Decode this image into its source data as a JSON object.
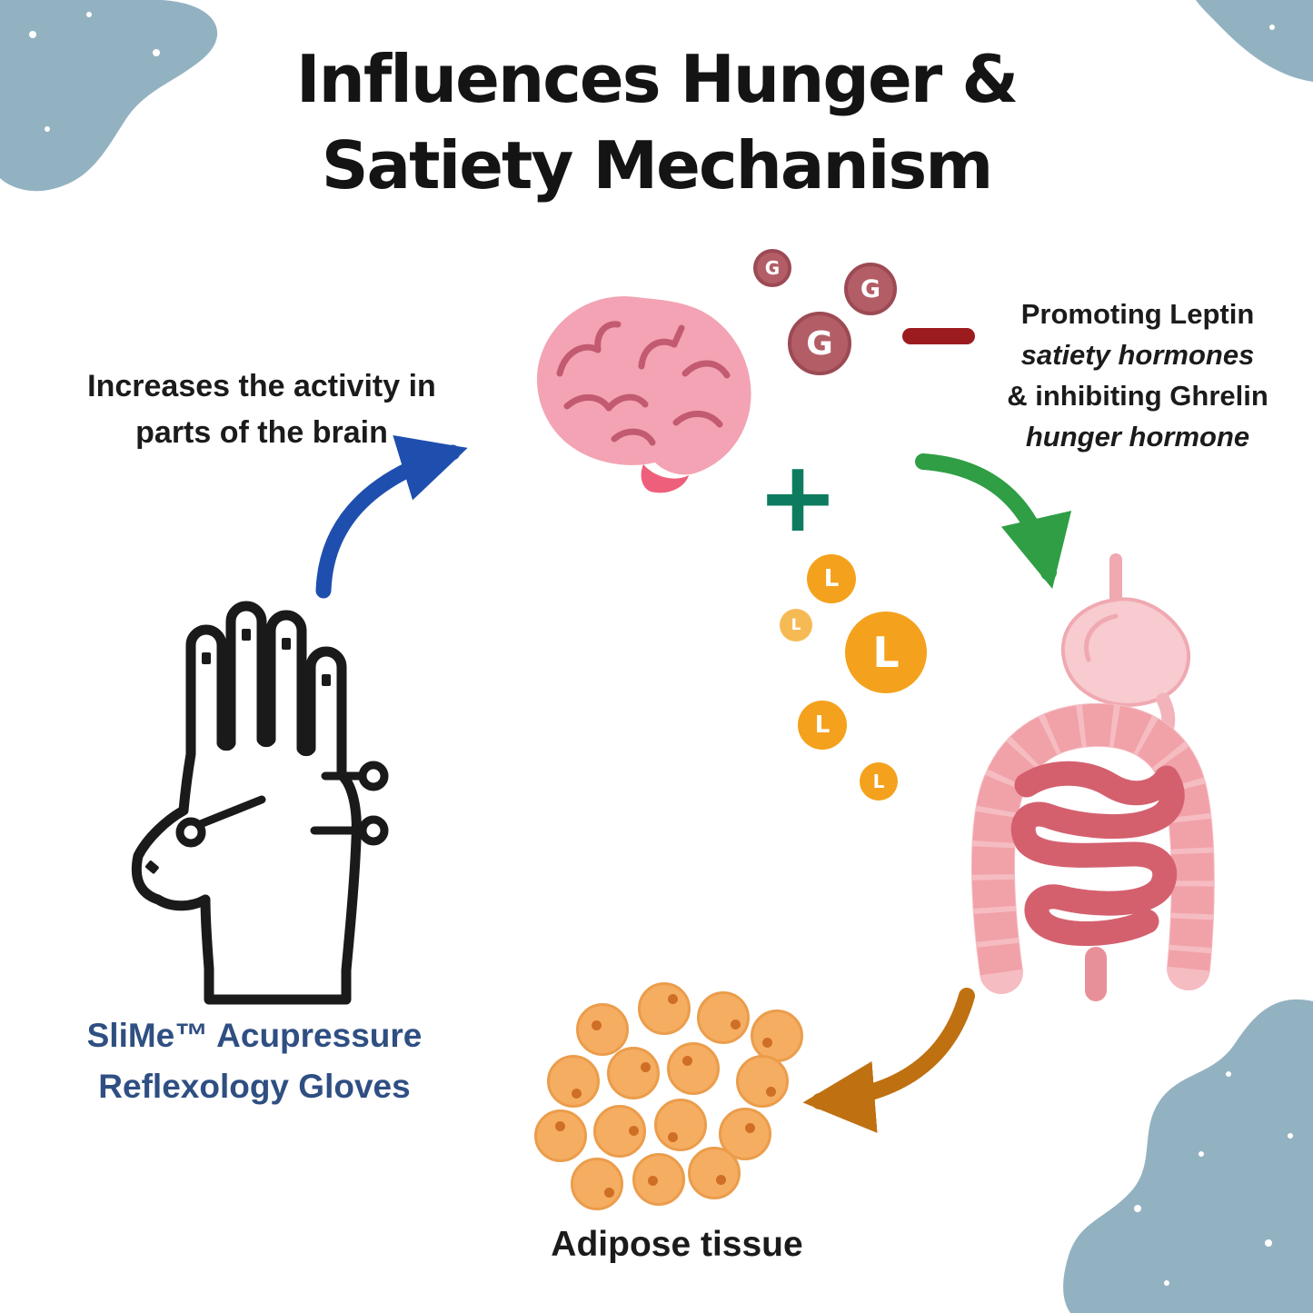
{
  "title": {
    "line1": "Influences Hunger &",
    "line2": "Satiety Mechanism"
  },
  "notes": {
    "brain": {
      "line1": "Increases the activity in",
      "line2": "parts of the brain"
    },
    "hormones": {
      "line1": "Promoting Leptin",
      "line2": "satiety hormones",
      "line3": "& inhibiting Ghrelin",
      "line4": "hunger hormone"
    }
  },
  "symbols": {
    "ghrelin": "G",
    "leptin": "L",
    "plus": "+"
  },
  "glove": {
    "line1": "SliMe™ Acupressure",
    "line2": "Reflexology Gloves"
  },
  "adipose": {
    "label": "Adipose tissue"
  },
  "colors": {
    "blob": "#93b2c1",
    "title_text": "#141414",
    "note_text": "#1b1b1b",
    "glove_text": "#2f4f82",
    "ghrelin_fill": "#b35d66",
    "ghrelin_ring": "#9c4a54",
    "leptin_fill": "#f4a11d",
    "leptin_light": "#f6ba55",
    "plus_green": "#0d7c5e",
    "minus_red": "#9c1b1f",
    "arrow_blue": "#1f4fae",
    "arrow_green": "#2f9e45",
    "arrow_orange": "#bf7011",
    "brain_fill": "#f3a3b3",
    "brain_line": "#c25a72",
    "brain_stem": "#ee5f7b",
    "colon": "#f1a1a8",
    "colon_light": "#f5bcc1",
    "intestine": "#d4606e",
    "stomach_fill": "#f7cbd0",
    "stomach_line": "#f0a9b1",
    "fat_fill": "#f5ad62",
    "fat_edge": "#eb9d4b",
    "fat_dot": "#cf6f25",
    "glove_line": "#1a1a1a"
  }
}
